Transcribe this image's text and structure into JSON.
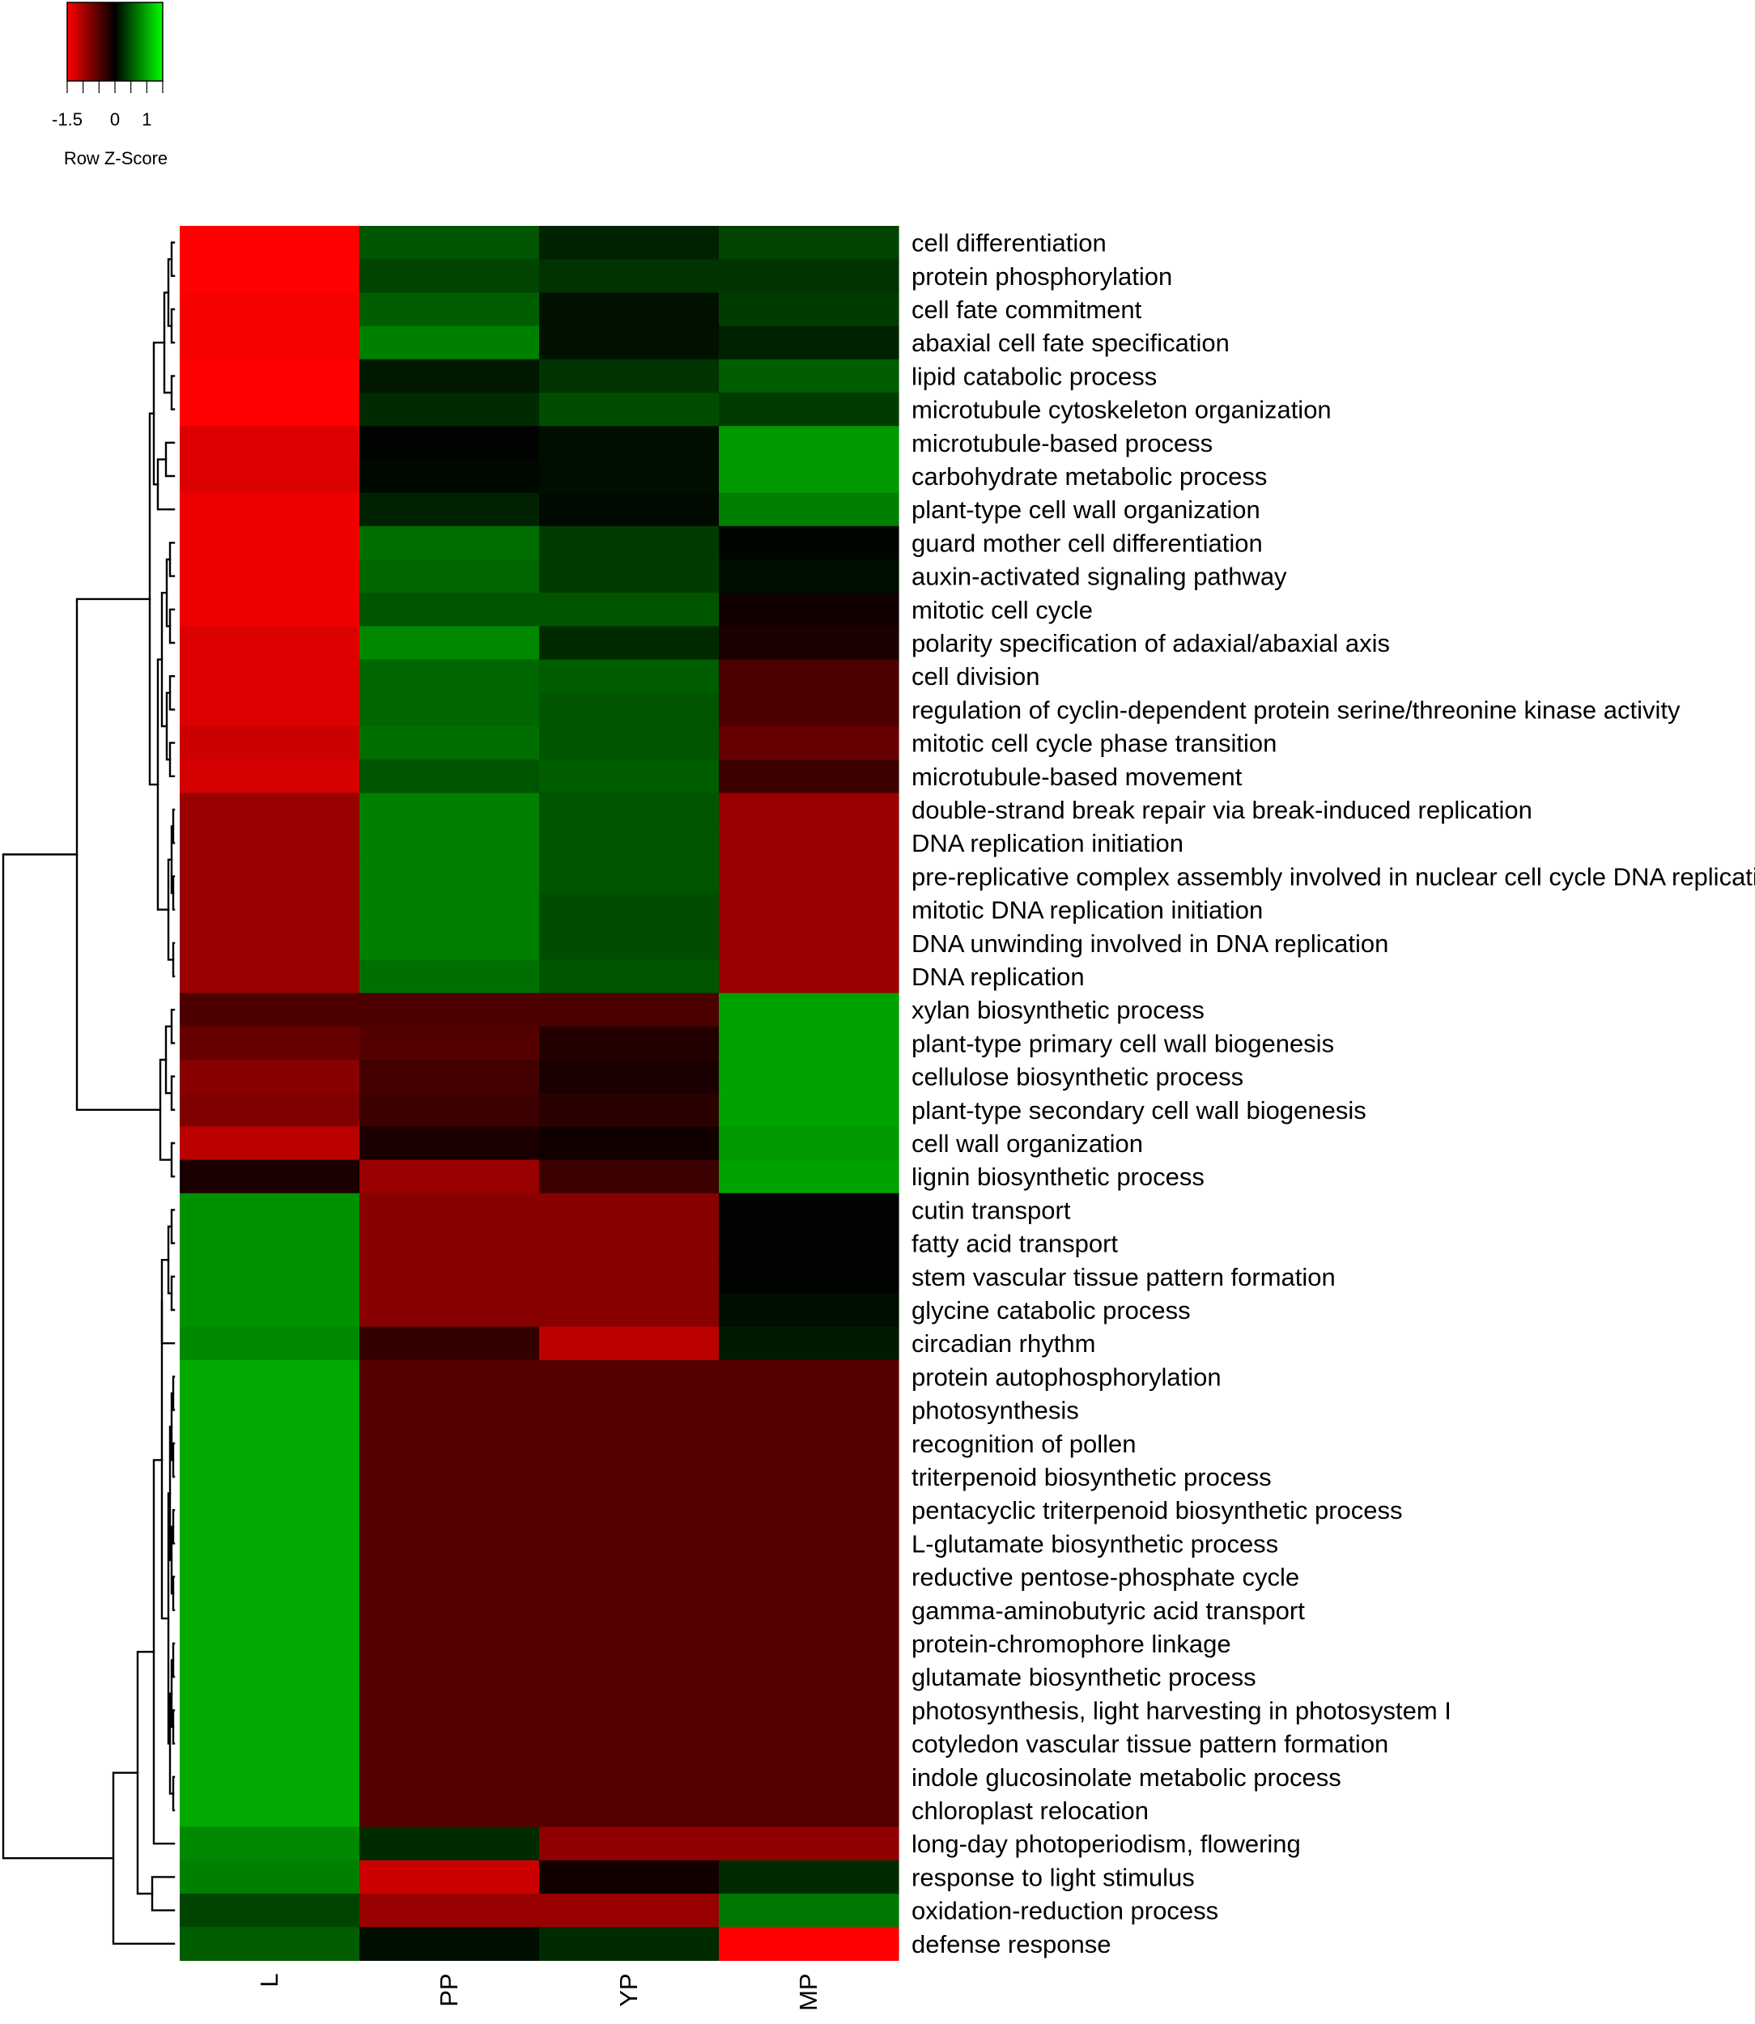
{
  "color_key": {
    "ticks": [
      "-1.5",
      "0",
      "1"
    ],
    "tick_values": [
      -1.5,
      0,
      1
    ],
    "range": [
      -1.5,
      1.5
    ],
    "label": "Row Z-Score",
    "low_color": "#ff0000",
    "mid_color": "#000000",
    "high_color": "#00ff00"
  },
  "chart_data": {
    "type": "heatmap",
    "columns": [
      "L",
      "PP",
      "YP",
      "MP"
    ],
    "color_scale": "red (low) – black (0) – green (high), row Z-score",
    "row_dendrogram": true,
    "rows": [
      {
        "label": "cell differentiation",
        "values": [
          -1.5,
          0.5,
          0.2,
          0.4
        ]
      },
      {
        "label": "protein phosphorylation",
        "values": [
          -1.5,
          0.4,
          0.3,
          0.3
        ]
      },
      {
        "label": "cell fate commitment",
        "values": [
          -1.45,
          0.55,
          0.1,
          0.35
        ]
      },
      {
        "label": "abaxial cell fate specification",
        "values": [
          -1.45,
          0.75,
          0.1,
          0.2
        ]
      },
      {
        "label": "lipid catabolic process",
        "values": [
          -1.5,
          0.15,
          0.3,
          0.55
        ]
      },
      {
        "label": "microtubule cytoskeleton organization",
        "values": [
          -1.5,
          0.25,
          0.45,
          0.35
        ]
      },
      {
        "label": "microtubule-based process",
        "values": [
          -1.3,
          0.02,
          0.08,
          0.9
        ]
      },
      {
        "label": "carbohydrate metabolic process",
        "values": [
          -1.3,
          0.05,
          0.08,
          0.9
        ]
      },
      {
        "label": "plant-type cell wall organization",
        "values": [
          -1.4,
          0.2,
          0.06,
          0.75
        ]
      },
      {
        "label": "guard mother cell differentiation",
        "values": [
          -1.4,
          0.65,
          0.35,
          0.03
        ]
      },
      {
        "label": "auxin-activated signaling pathway",
        "values": [
          -1.4,
          0.6,
          0.35,
          0.08
        ]
      },
      {
        "label": "mitotic cell cycle",
        "values": [
          -1.4,
          0.5,
          0.5,
          -0.1
        ]
      },
      {
        "label": "polarity specification of adaxial/abaxial axis",
        "values": [
          -1.3,
          0.8,
          0.25,
          -0.15
        ]
      },
      {
        "label": "cell division",
        "values": [
          -1.3,
          0.6,
          0.55,
          -0.45
        ]
      },
      {
        "label": "regulation of cyclin-dependent protein serine/threonine kinase activity",
        "values": [
          -1.3,
          0.6,
          0.5,
          -0.45
        ]
      },
      {
        "label": "mitotic cell cycle phase transition",
        "values": [
          -1.2,
          0.65,
          0.5,
          -0.6
        ]
      },
      {
        "label": "microtubule-based movement",
        "values": [
          -1.25,
          0.5,
          0.55,
          -0.35
        ]
      },
      {
        "label": "double-strand break repair via break-induced replication",
        "values": [
          -0.9,
          0.75,
          0.5,
          -0.9
        ]
      },
      {
        "label": "DNA replication initiation",
        "values": [
          -0.9,
          0.75,
          0.5,
          -0.9
        ]
      },
      {
        "label": "pre-replicative complex assembly involved in nuclear cell cycle DNA replication",
        "values": [
          -0.9,
          0.75,
          0.5,
          -0.9
        ]
      },
      {
        "label": "mitotic DNA replication initiation",
        "values": [
          -0.9,
          0.75,
          0.45,
          -0.9
        ]
      },
      {
        "label": "DNA unwinding involved in DNA replication",
        "values": [
          -0.9,
          0.75,
          0.45,
          -0.9
        ]
      },
      {
        "label": "DNA replication",
        "values": [
          -0.9,
          0.65,
          0.5,
          -0.9
        ]
      },
      {
        "label": "xylan biosynthetic process",
        "values": [
          -0.45,
          -0.45,
          -0.45,
          0.95
        ]
      },
      {
        "label": "plant-type primary cell wall biogenesis",
        "values": [
          -0.6,
          -0.5,
          -0.2,
          0.95
        ]
      },
      {
        "label": "cellulose biosynthetic process",
        "values": [
          -0.8,
          -0.4,
          -0.15,
          0.95
        ]
      },
      {
        "label": "plant-type secondary cell wall biogenesis",
        "values": [
          -0.75,
          -0.35,
          -0.25,
          0.95
        ]
      },
      {
        "label": "cell wall organization",
        "values": [
          -1.1,
          -0.15,
          -0.1,
          0.9
        ]
      },
      {
        "label": "lignin biosynthetic process",
        "values": [
          -0.15,
          -0.9,
          -0.35,
          0.95
        ]
      },
      {
        "label": "cutin transport",
        "values": [
          0.85,
          -0.8,
          -0.8,
          0.02
        ]
      },
      {
        "label": "fatty acid transport",
        "values": [
          0.85,
          -0.8,
          -0.8,
          0.02
        ]
      },
      {
        "label": "stem vascular tissue pattern formation",
        "values": [
          0.85,
          -0.8,
          -0.8,
          0.02
        ]
      },
      {
        "label": "glycine catabolic process",
        "values": [
          0.85,
          -0.8,
          -0.8,
          0.08
        ]
      },
      {
        "label": "circadian rhythm",
        "values": [
          0.8,
          -0.3,
          -1.1,
          0.15
        ]
      },
      {
        "label": "protein autophosphorylation",
        "values": [
          1.0,
          -0.5,
          -0.5,
          -0.5
        ]
      },
      {
        "label": "photosynthesis",
        "values": [
          1.0,
          -0.5,
          -0.5,
          -0.5
        ]
      },
      {
        "label": "recognition of pollen",
        "values": [
          1.0,
          -0.5,
          -0.5,
          -0.5
        ]
      },
      {
        "label": "triterpenoid biosynthetic process",
        "values": [
          1.0,
          -0.5,
          -0.5,
          -0.5
        ]
      },
      {
        "label": "pentacyclic triterpenoid biosynthetic process",
        "values": [
          1.0,
          -0.5,
          -0.5,
          -0.5
        ]
      },
      {
        "label": "L-glutamate biosynthetic process",
        "values": [
          1.0,
          -0.5,
          -0.5,
          -0.5
        ]
      },
      {
        "label": "reductive pentose-phosphate cycle",
        "values": [
          1.0,
          -0.5,
          -0.5,
          -0.5
        ]
      },
      {
        "label": "gamma-aminobutyric acid transport",
        "values": [
          1.0,
          -0.5,
          -0.5,
          -0.5
        ]
      },
      {
        "label": "protein-chromophore linkage",
        "values": [
          1.0,
          -0.5,
          -0.5,
          -0.5
        ]
      },
      {
        "label": "glutamate biosynthetic process",
        "values": [
          1.0,
          -0.5,
          -0.5,
          -0.5
        ]
      },
      {
        "label": "photosynthesis, light harvesting in photosystem I",
        "values": [
          1.0,
          -0.5,
          -0.5,
          -0.5
        ]
      },
      {
        "label": "cotyledon vascular tissue pattern formation",
        "values": [
          1.0,
          -0.5,
          -0.5,
          -0.5
        ]
      },
      {
        "label": "indole glucosinolate metabolic process",
        "values": [
          1.0,
          -0.5,
          -0.5,
          -0.5
        ]
      },
      {
        "label": "chloroplast relocation",
        "values": [
          1.0,
          -0.5,
          -0.5,
          -0.5
        ]
      },
      {
        "label": "long-day photoperiodism, flowering",
        "values": [
          0.8,
          0.25,
          -0.85,
          -0.85
        ]
      },
      {
        "label": "response to light stimulus",
        "values": [
          0.75,
          -1.2,
          -0.1,
          0.25
        ]
      },
      {
        "label": "oxidation-reduction process",
        "values": [
          0.4,
          -0.9,
          -0.9,
          0.7
        ]
      },
      {
        "label": "defense response",
        "values": [
          0.55,
          0.08,
          0.25,
          -1.5
        ]
      }
    ]
  }
}
